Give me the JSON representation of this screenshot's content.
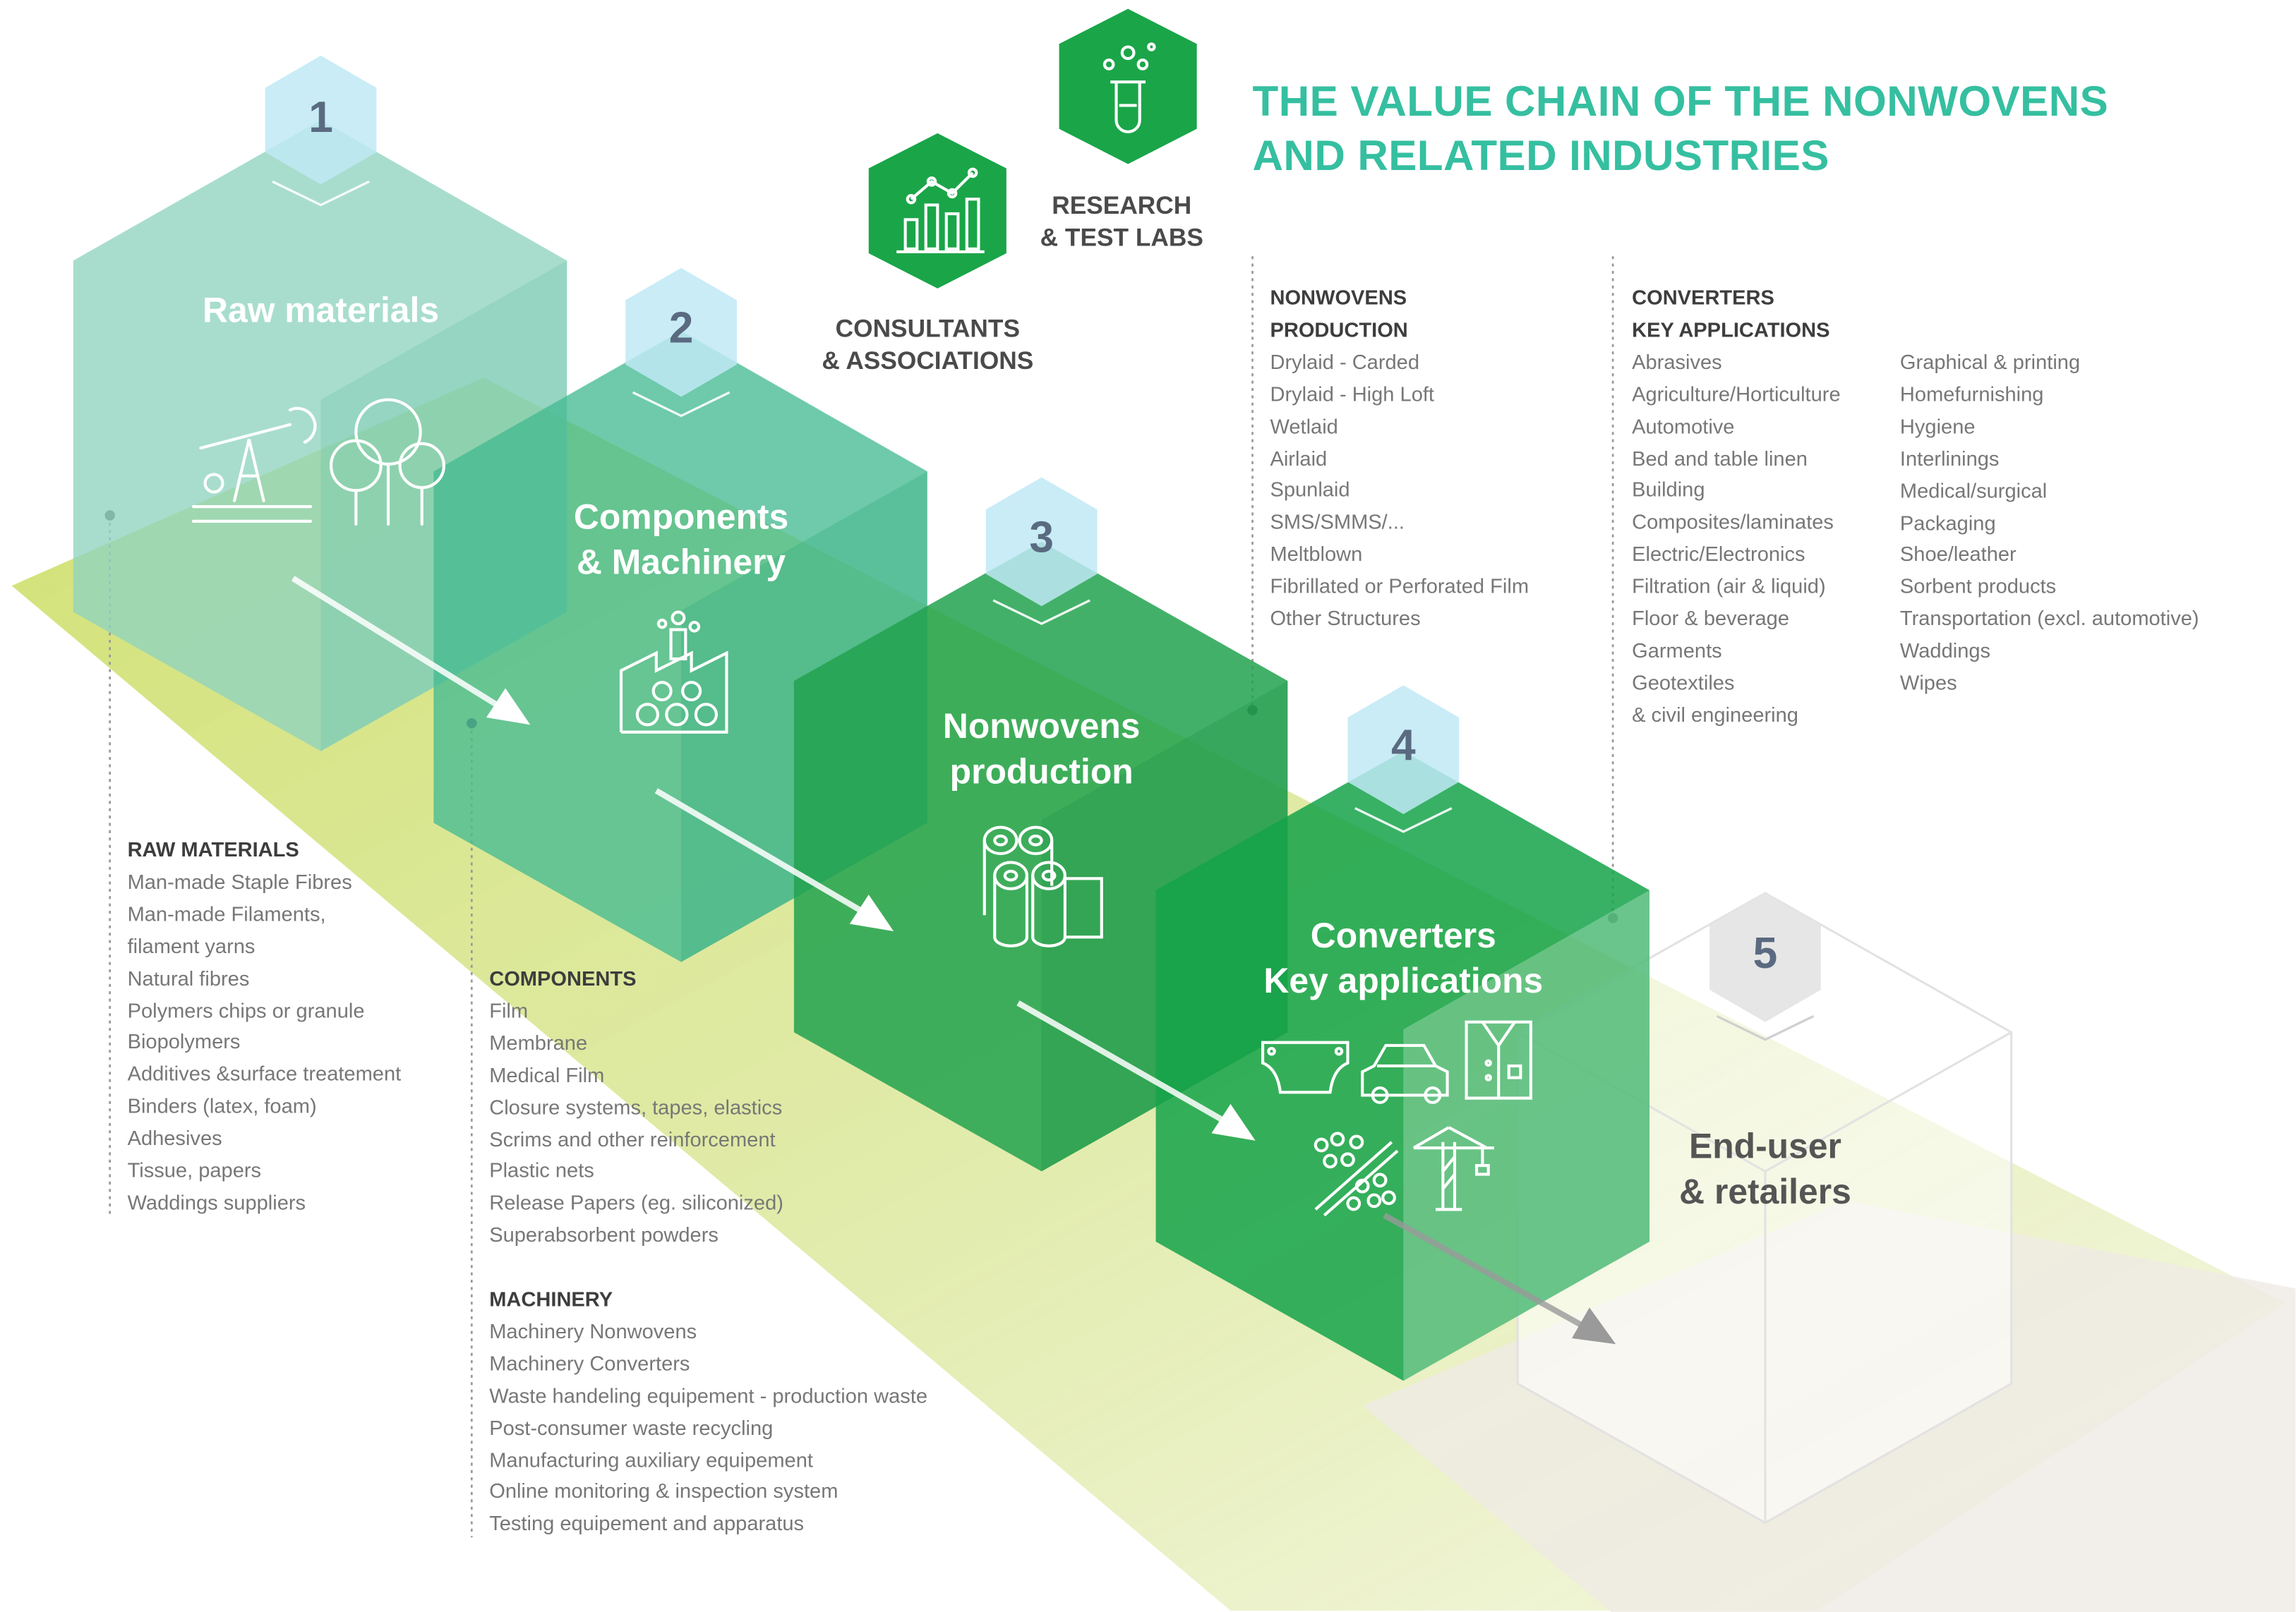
{
  "title": {
    "line1": "THE VALUE CHAIN OF THE NONWOVENS",
    "line2": "AND RELATED INDUSTRIES"
  },
  "badges": {
    "research": {
      "line1": "RESEARCH",
      "line2": "& TEST LABS",
      "icon": "test-tube-icon"
    },
    "consultants": {
      "line1": "CONSULTANTS",
      "line2": "& ASSOCIATIONS",
      "icon": "chart-icon"
    }
  },
  "stages": [
    {
      "number": "1",
      "label": [
        "Raw materials"
      ],
      "icon": "oil-pump-and-trees-icon"
    },
    {
      "number": "2",
      "label": [
        "Components",
        "& Machinery"
      ],
      "icon": "factory-icon"
    },
    {
      "number": "3",
      "label": [
        "Nonwovens",
        "production"
      ],
      "icon": "rolls-icon"
    },
    {
      "number": "4",
      "label": [
        "Converters",
        "Key applications"
      ],
      "icon": "applications-icon"
    },
    {
      "number": "5",
      "label": [
        "End-user",
        "& retailers"
      ],
      "icon": ""
    }
  ],
  "lists": {
    "raw_materials": {
      "heading": "RAW MATERIALS",
      "items": [
        "Man-made Staple Fibres",
        "Man-made Filaments,",
        "filament yarns",
        "Natural fibres",
        "Polymers chips or granule",
        "Biopolymers",
        "Additives &surface treatement",
        "Binders (latex, foam)",
        "Adhesives",
        "Tissue, papers",
        "Waddings suppliers"
      ]
    },
    "components": {
      "heading": "COMPONENTS",
      "items": [
        "Film",
        "Membrane",
        "Medical Film",
        "Closure systems, tapes, elastics",
        "Scrims and other reinforcement",
        "Plastic nets",
        "Release Papers (eg. siliconized)",
        "Superabsorbent powders"
      ]
    },
    "machinery": {
      "heading": "MACHINERY",
      "items": [
        "Machinery Nonwovens",
        "Machinery Converters",
        "Waste handeling equipement - production waste",
        "Post-consumer waste recycling",
        "Manufacturing auxiliary equipement",
        "Online monitoring & inspection system",
        "Testing equipement and apparatus"
      ]
    },
    "nonwovens_production": {
      "heading": [
        "NONWOVENS",
        "PRODUCTION"
      ],
      "items": [
        "Drylaid - Carded",
        "Drylaid - High Loft",
        "Wetlaid",
        "Airlaid",
        "Spunlaid",
        "SMS/SMMS/...",
        "Meltblown",
        "Fibrillated or Perforated Film",
        "Other Structures"
      ]
    },
    "converters": {
      "heading": [
        "CONVERTERS",
        "KEY APPLICATIONS"
      ],
      "col1": [
        "Abrasives",
        "Agriculture/Horticulture",
        "Automotive",
        "Bed and table linen",
        "Building",
        "Composites/laminates",
        "Electric/Electronics",
        "Filtration (air & liquid)",
        "Floor & beverage",
        "Garments",
        "Geotextiles",
        "& civil engineering"
      ],
      "col2": [
        "Graphical & printing",
        "Homefurnishing",
        "Hygiene",
        "Interlinings",
        "Medical/surgical",
        "Packaging",
        "Shoe/leather",
        "Sorbent products",
        "Transportation (excl. automotive)",
        "Waddings",
        "Wipes"
      ]
    }
  },
  "colors": {
    "title": "#35bfa0",
    "band": "#d6e47a",
    "hex1": "#8fd3bf",
    "hex2": "#4cbf97",
    "hex3": "#27a655",
    "hex4": "#17a349",
    "badge": "#1aa549",
    "number_hex": "#bfe9f6"
  }
}
